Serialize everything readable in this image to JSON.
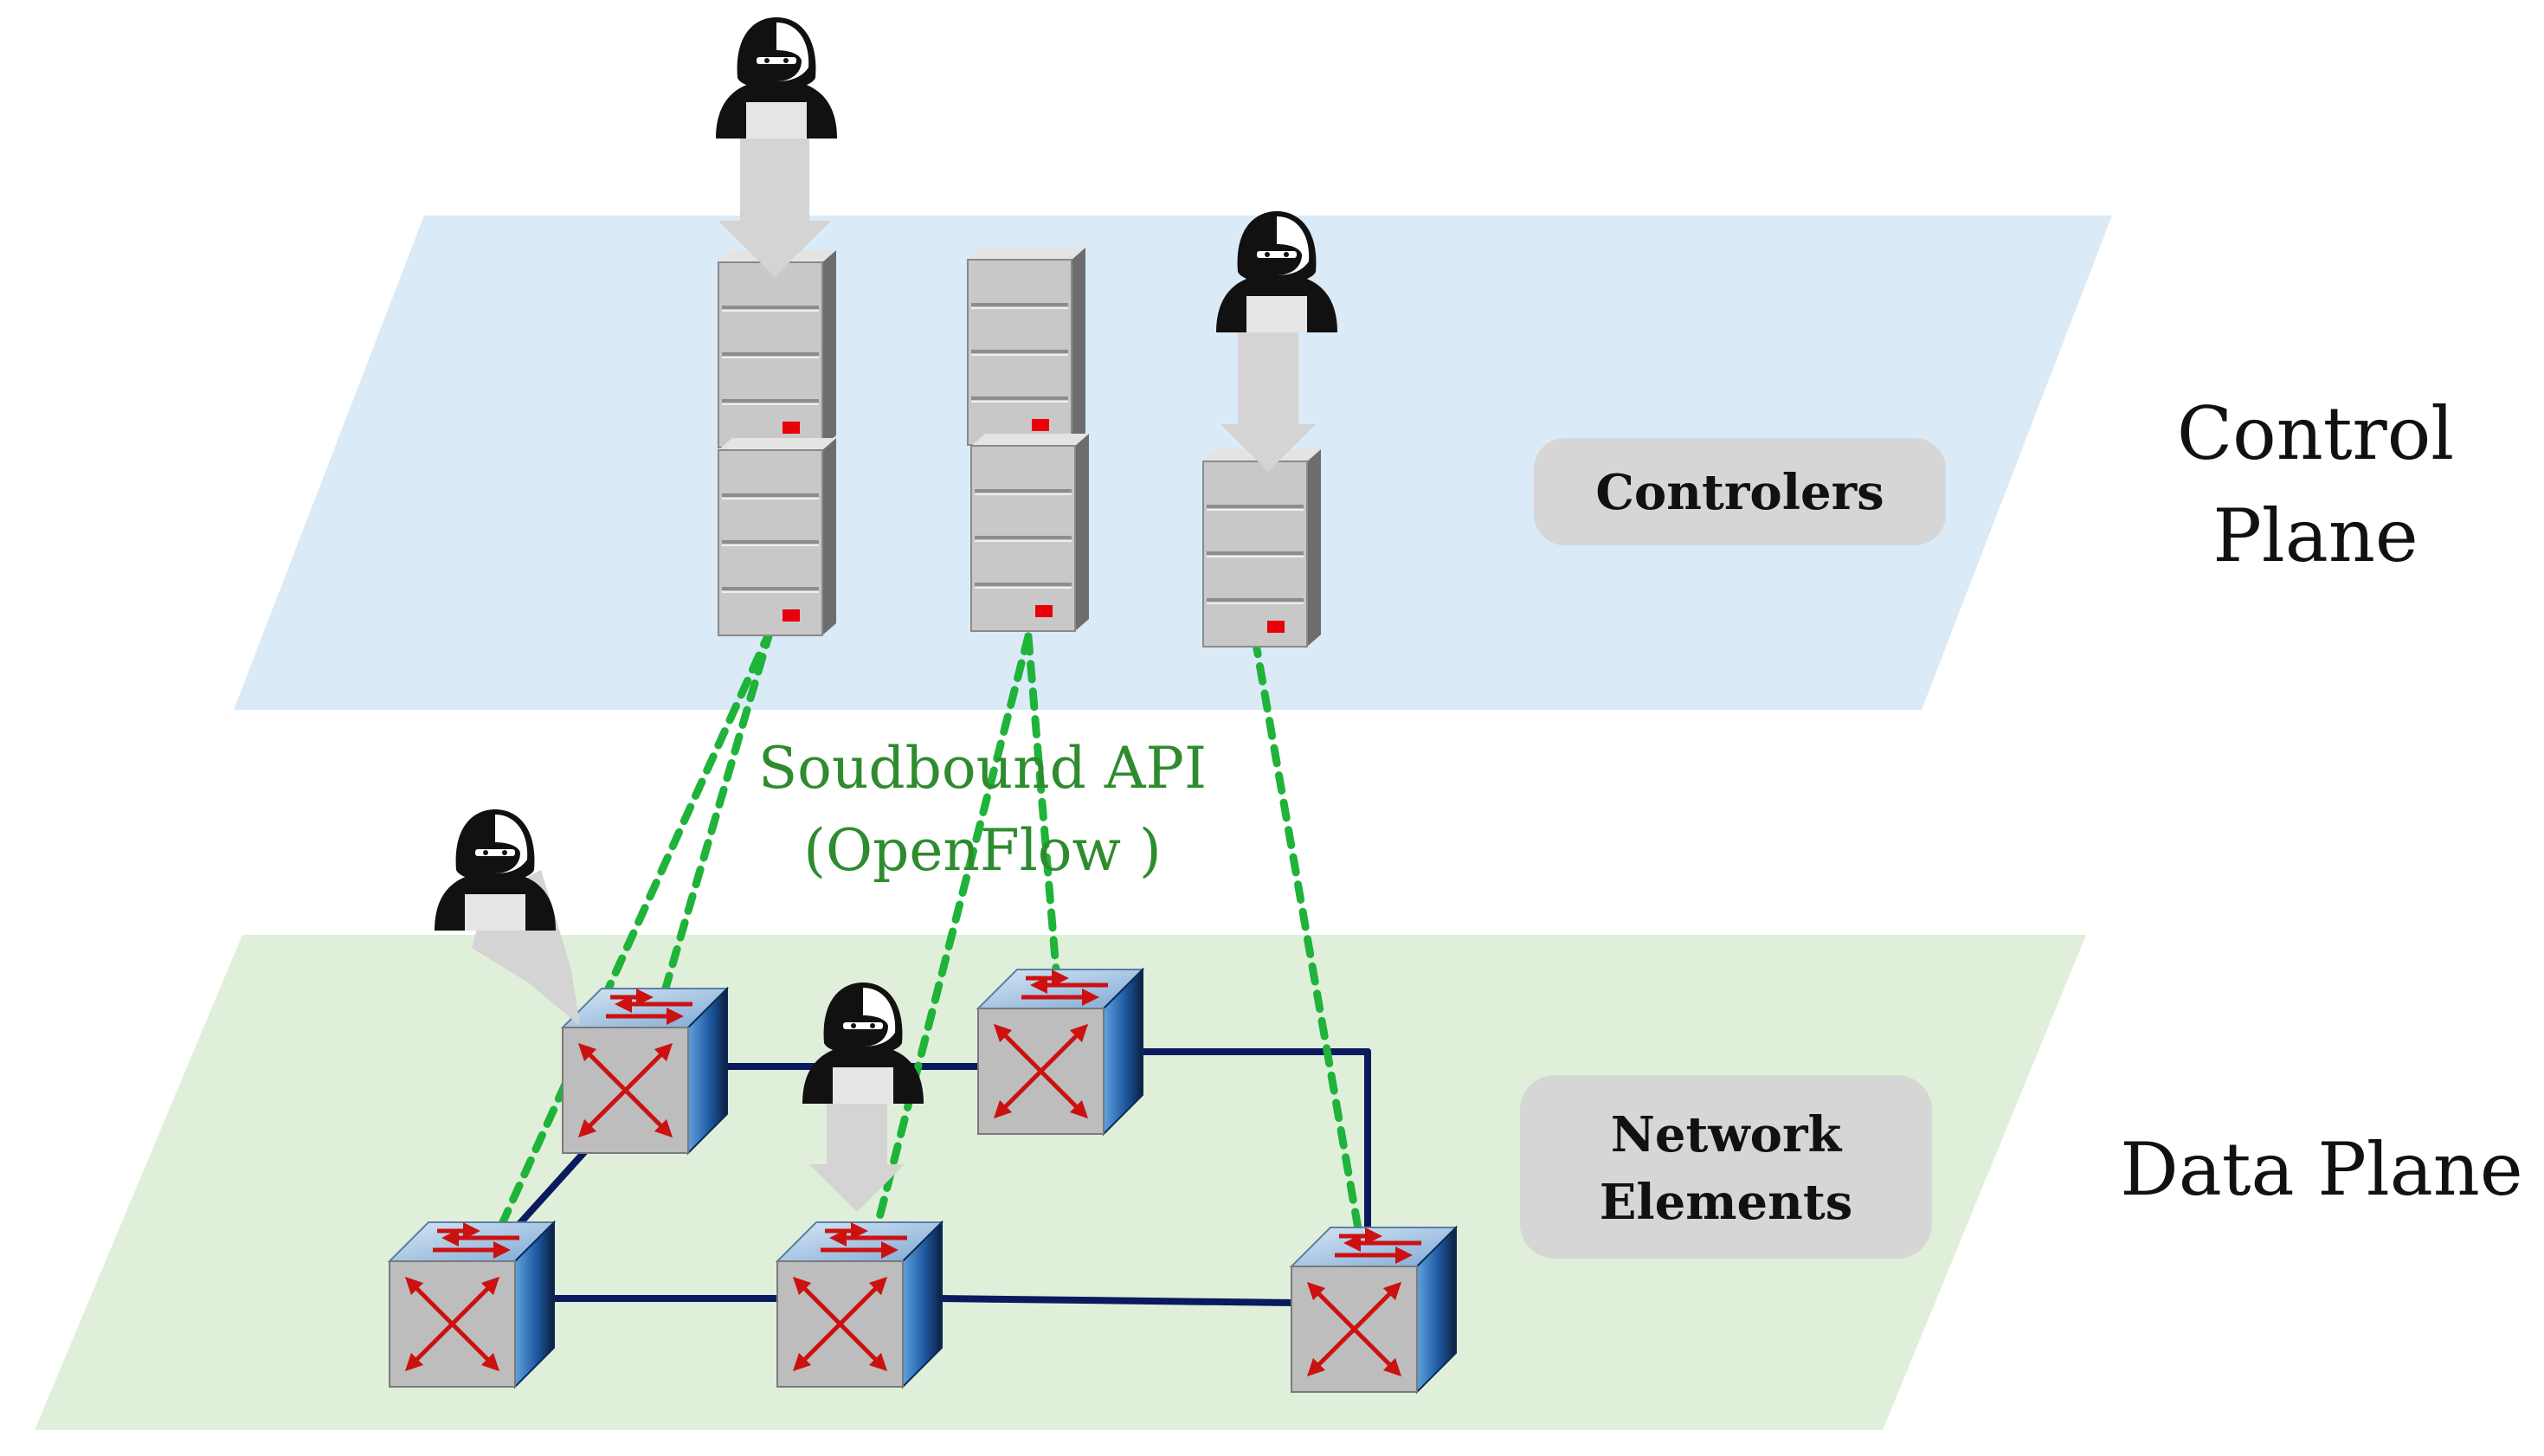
{
  "colors": {
    "control_plane": "#daeaf7",
    "data_plane": "#e0efd9",
    "link": "#0a1a5e",
    "api_dash": "#1fb33a",
    "api_text": "#2e8b2e",
    "label_box": "#d6d6d6",
    "server_body": "#c9c9c9",
    "server_led": "#e8000b",
    "switch_face": "#2f6fb6",
    "arrow_red": "#cc1111",
    "attack_arrow": "#d4d4d4"
  },
  "planes": {
    "control_label_line1": "Control",
    "control_label_line2": "Plane",
    "data_label": "Data Plane"
  },
  "boxes": {
    "controllers": "Controlers",
    "network_line1": "Network",
    "network_line2": "Elements"
  },
  "api": {
    "line1": "Soudbound API",
    "line2": "(OpenFlow )"
  },
  "icons": {
    "server": "server-icon",
    "switch": "network-switch-icon",
    "attacker": "hooded-hacker-icon",
    "attack_arrow": "attack-arrow-icon"
  }
}
